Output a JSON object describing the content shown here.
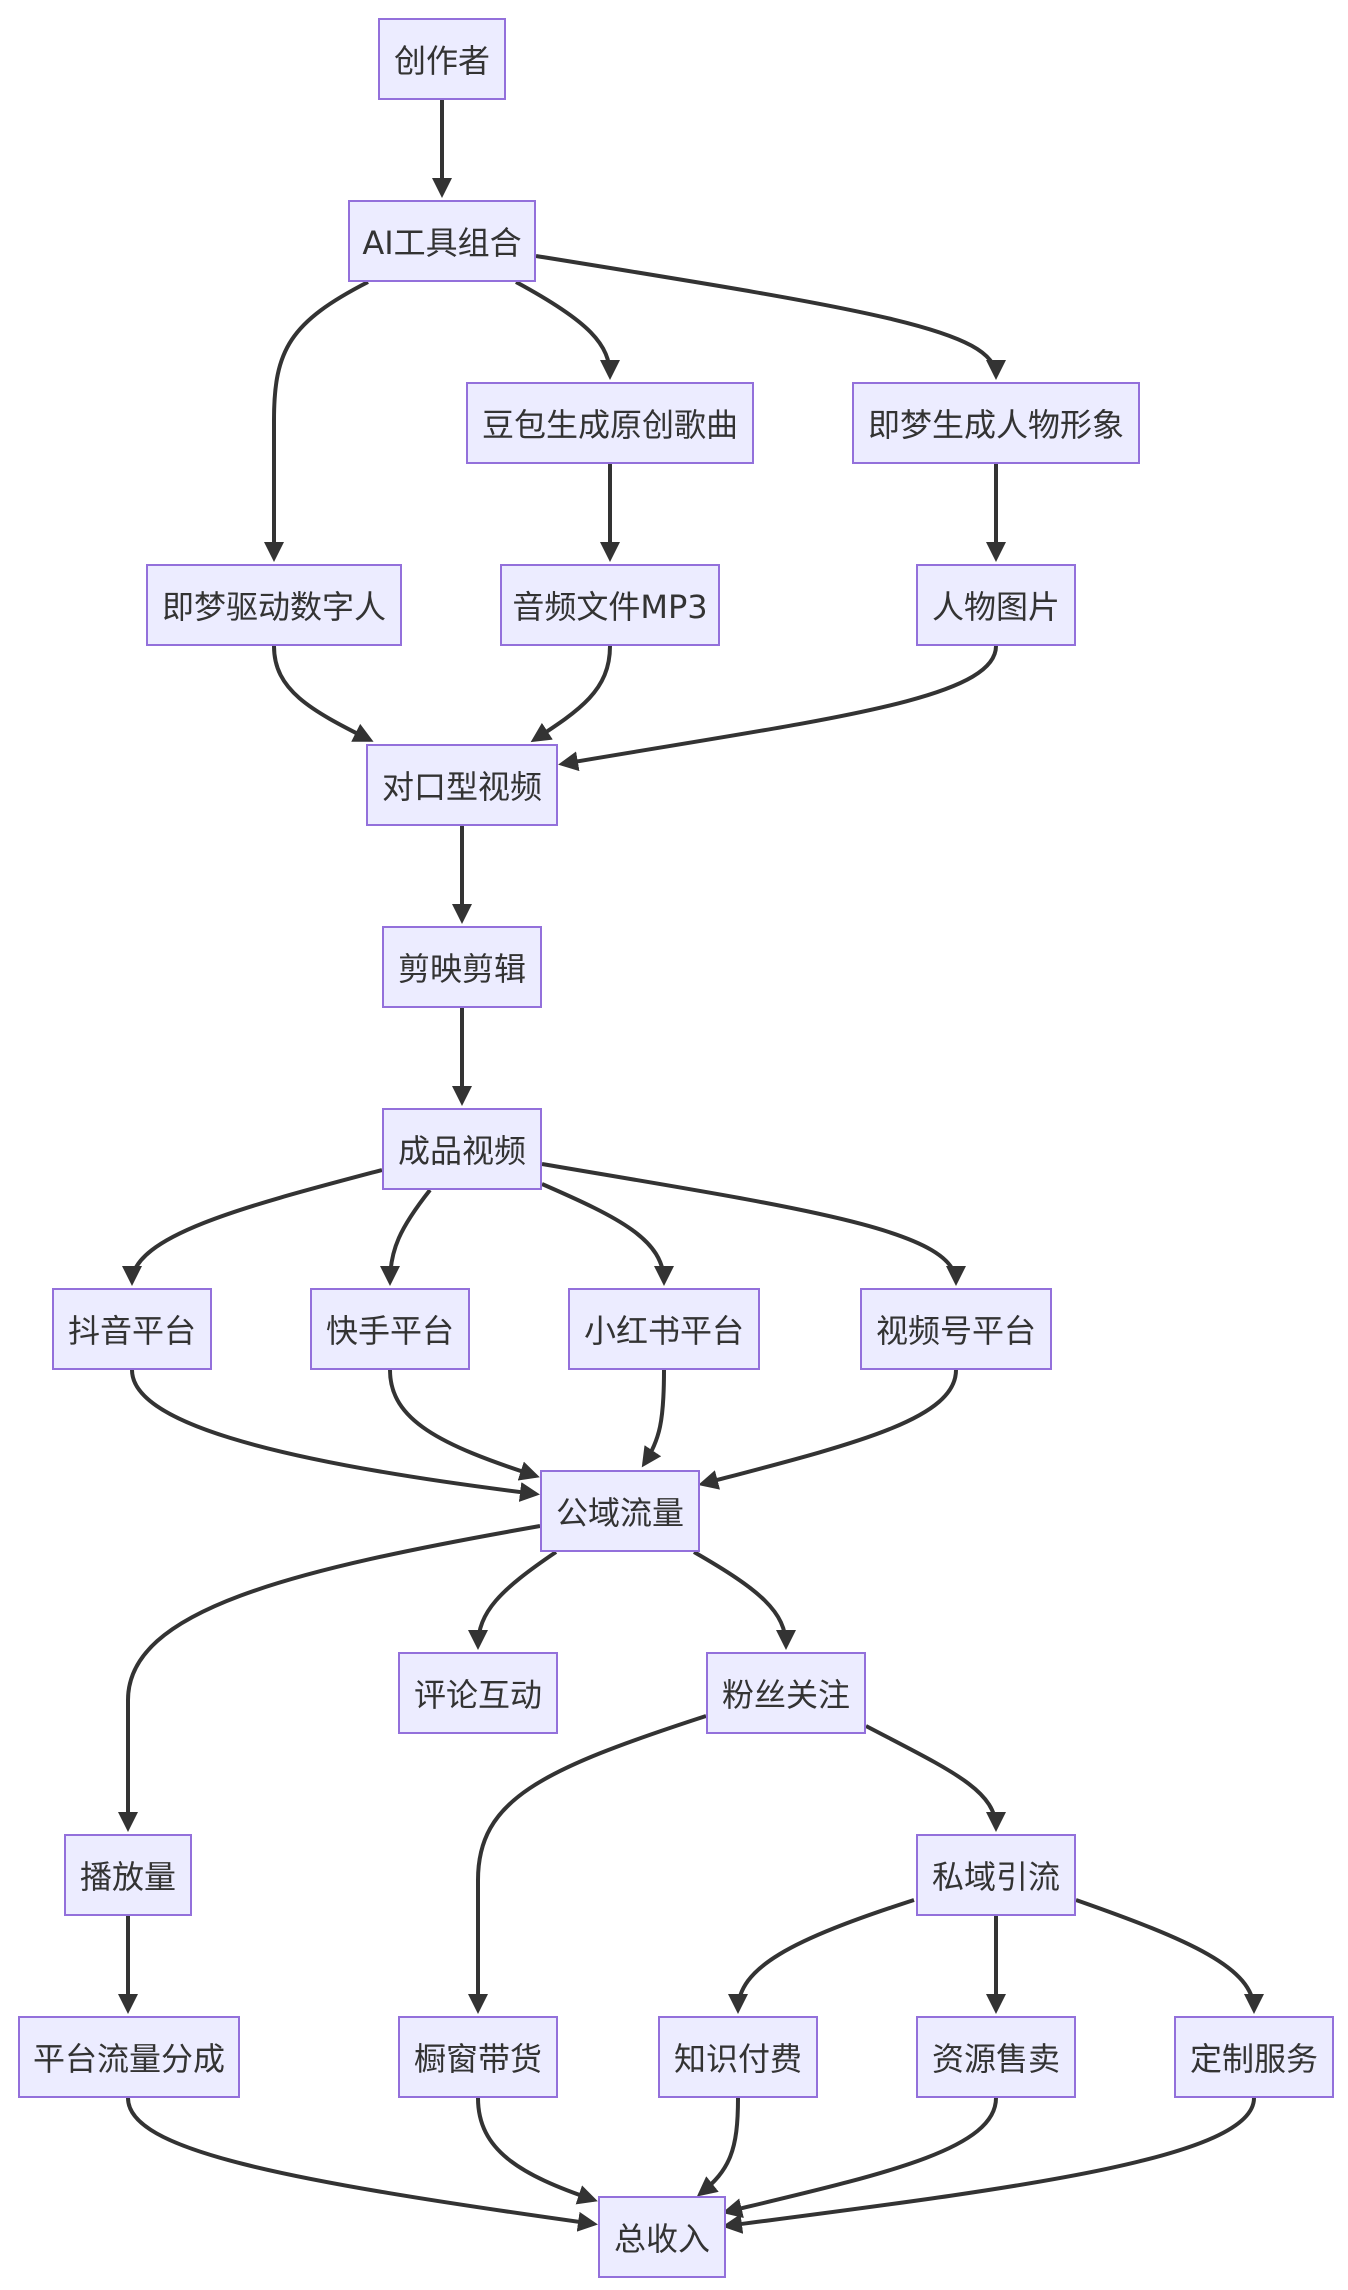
{
  "nodes": {
    "creator": "创作者",
    "ai_tools": "AI工具组合",
    "doubao_song": "豆包生成原创歌曲",
    "jimeng_character": "即梦生成人物形象",
    "jimeng_digital_human": "即梦驱动数字人",
    "audio_mp3": "音频文件MP3",
    "character_image": "人物图片",
    "lipsync_video": "对口型视频",
    "capcut_edit": "剪映剪辑",
    "final_video": "成品视频",
    "douyin": "抖音平台",
    "kuaishou": "快手平台",
    "xiaohongshu": "小红书平台",
    "shipinhao": "视频号平台",
    "public_traffic": "公域流量",
    "comment_interaction": "评论互动",
    "fan_follow": "粉丝关注",
    "play_count": "播放量",
    "private_traffic": "私域引流",
    "platform_revenue_share": "平台流量分成",
    "showcase_sales": "橱窗带货",
    "paid_knowledge": "知识付费",
    "resource_sales": "资源售卖",
    "custom_service": "定制服务",
    "total_income": "总收入"
  },
  "edges": [
    [
      "creator",
      "ai_tools"
    ],
    [
      "ai_tools",
      "jimeng_digital_human"
    ],
    [
      "ai_tools",
      "doubao_song"
    ],
    [
      "ai_tools",
      "jimeng_character"
    ],
    [
      "doubao_song",
      "audio_mp3"
    ],
    [
      "jimeng_character",
      "character_image"
    ],
    [
      "jimeng_digital_human",
      "lipsync_video"
    ],
    [
      "audio_mp3",
      "lipsync_video"
    ],
    [
      "character_image",
      "lipsync_video"
    ],
    [
      "lipsync_video",
      "capcut_edit"
    ],
    [
      "capcut_edit",
      "final_video"
    ],
    [
      "final_video",
      "douyin"
    ],
    [
      "final_video",
      "kuaishou"
    ],
    [
      "final_video",
      "xiaohongshu"
    ],
    [
      "final_video",
      "shipinhao"
    ],
    [
      "douyin",
      "public_traffic"
    ],
    [
      "kuaishou",
      "public_traffic"
    ],
    [
      "xiaohongshu",
      "public_traffic"
    ],
    [
      "shipinhao",
      "public_traffic"
    ],
    [
      "public_traffic",
      "play_count"
    ],
    [
      "public_traffic",
      "comment_interaction"
    ],
    [
      "public_traffic",
      "fan_follow"
    ],
    [
      "play_count",
      "platform_revenue_share"
    ],
    [
      "fan_follow",
      "showcase_sales"
    ],
    [
      "fan_follow",
      "private_traffic"
    ],
    [
      "private_traffic",
      "paid_knowledge"
    ],
    [
      "private_traffic",
      "resource_sales"
    ],
    [
      "private_traffic",
      "custom_service"
    ],
    [
      "platform_revenue_share",
      "total_income"
    ],
    [
      "showcase_sales",
      "total_income"
    ],
    [
      "paid_knowledge",
      "total_income"
    ],
    [
      "resource_sales",
      "total_income"
    ],
    [
      "custom_service",
      "total_income"
    ]
  ],
  "colors": {
    "node_fill": "#ECECFF",
    "node_border": "#9370DB",
    "edge": "#333333",
    "text": "#333333"
  }
}
